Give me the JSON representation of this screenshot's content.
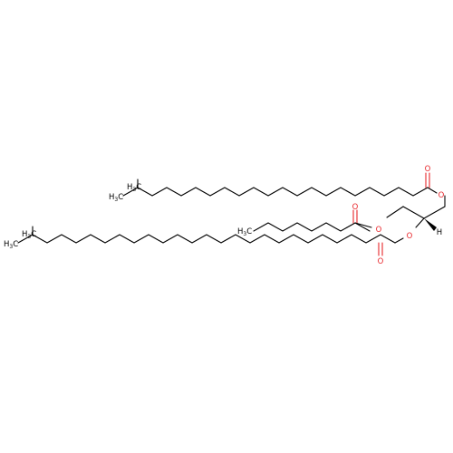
{
  "molecule": {
    "atom_labels": {
      "oxygen": "O",
      "hydrogen": "H",
      "methyl_c": "H",
      "methyl_sub": "3",
      "methyl_tail": "C"
    },
    "colors": {
      "bond": "#000000",
      "oxygen": "#e8262b",
      "background": "#ffffff"
    }
  }
}
